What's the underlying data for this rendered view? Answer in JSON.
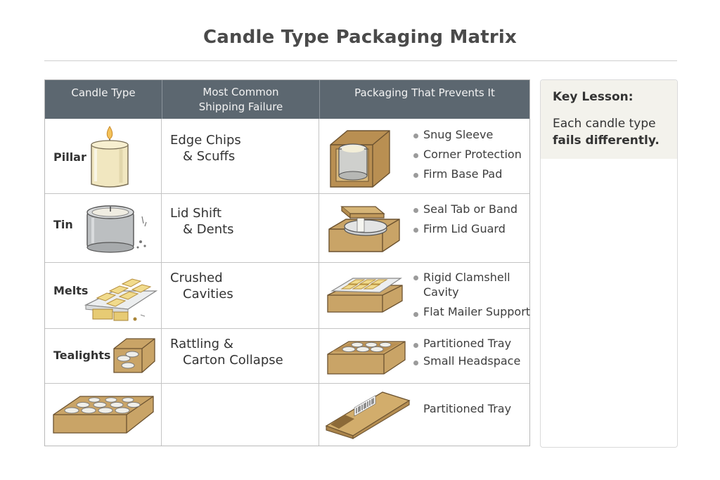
{
  "title": "Candle Type Packaging Matrix",
  "headers": {
    "candle_type": "Candle Type",
    "failure_line1": "Most Common",
    "failure_line2": "Shipping Failure",
    "packaging": "Packaging That Prevents It"
  },
  "rows": [
    {
      "type": "Pillar",
      "failure": [
        "Edge Chips",
        "& Scuffs"
      ],
      "packaging": [
        "Snug Sleeve",
        "Corner Protection",
        "Firm Base Pad"
      ],
      "candle_icon": "pillar-candle-icon",
      "package_icon": "sleeve-box-icon"
    },
    {
      "type": "Tin",
      "failure": [
        "Lid Shift",
        "& Dents"
      ],
      "packaging": [
        "Seal Tab or Band",
        "Firm Lid Guard"
      ],
      "candle_icon": "tin-candle-icon",
      "package_icon": "lidded-tin-box-icon"
    },
    {
      "type": "Melts",
      "failure": [
        "Crushed",
        "Cavities"
      ],
      "packaging": [
        "Rigid Clamshell",
        "Cavity",
        "Flat Mailer Support"
      ],
      "candle_icon": "wax-melts-icon",
      "package_icon": "clamshell-mailer-icon"
    },
    {
      "type": "Tealights",
      "failure": [
        "Rattling &",
        "Carton Collapse"
      ],
      "packaging": [
        "Partitioned Tray",
        "Small Headspace"
      ],
      "candle_icon": "tealight-carton-icon",
      "package_icon": "partitioned-tray-icon"
    },
    {
      "type": "",
      "failure": [],
      "packaging": [
        "Partitioned Tray"
      ],
      "candle_icon": "tealight-tray-icon",
      "package_icon": "barcode-carton-icon"
    }
  ],
  "key_lesson": {
    "title": "Key Lesson:",
    "line1": "Each candle type",
    "line2": "fails differently."
  },
  "colors": {
    "header_bg": "#5c6770",
    "cardboard": "#c9a467",
    "wax": "#f1e7c0",
    "panel_bg": "#f3f2ec"
  }
}
